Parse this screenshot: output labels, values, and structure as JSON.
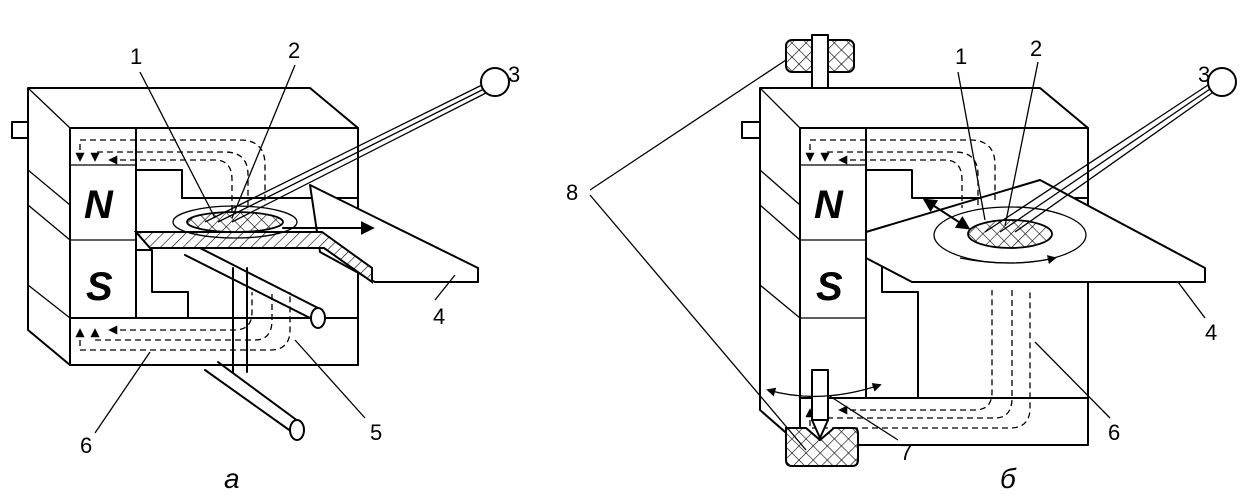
{
  "poles": {
    "north": "N",
    "south": "S"
  },
  "panel_a": {
    "label": "а",
    "callouts": [
      "1",
      "2",
      "3",
      "4",
      "5",
      "6"
    ]
  },
  "panel_b": {
    "label": "б",
    "callouts": [
      "1",
      "2",
      "3",
      "4",
      "6",
      "7",
      "8"
    ]
  }
}
